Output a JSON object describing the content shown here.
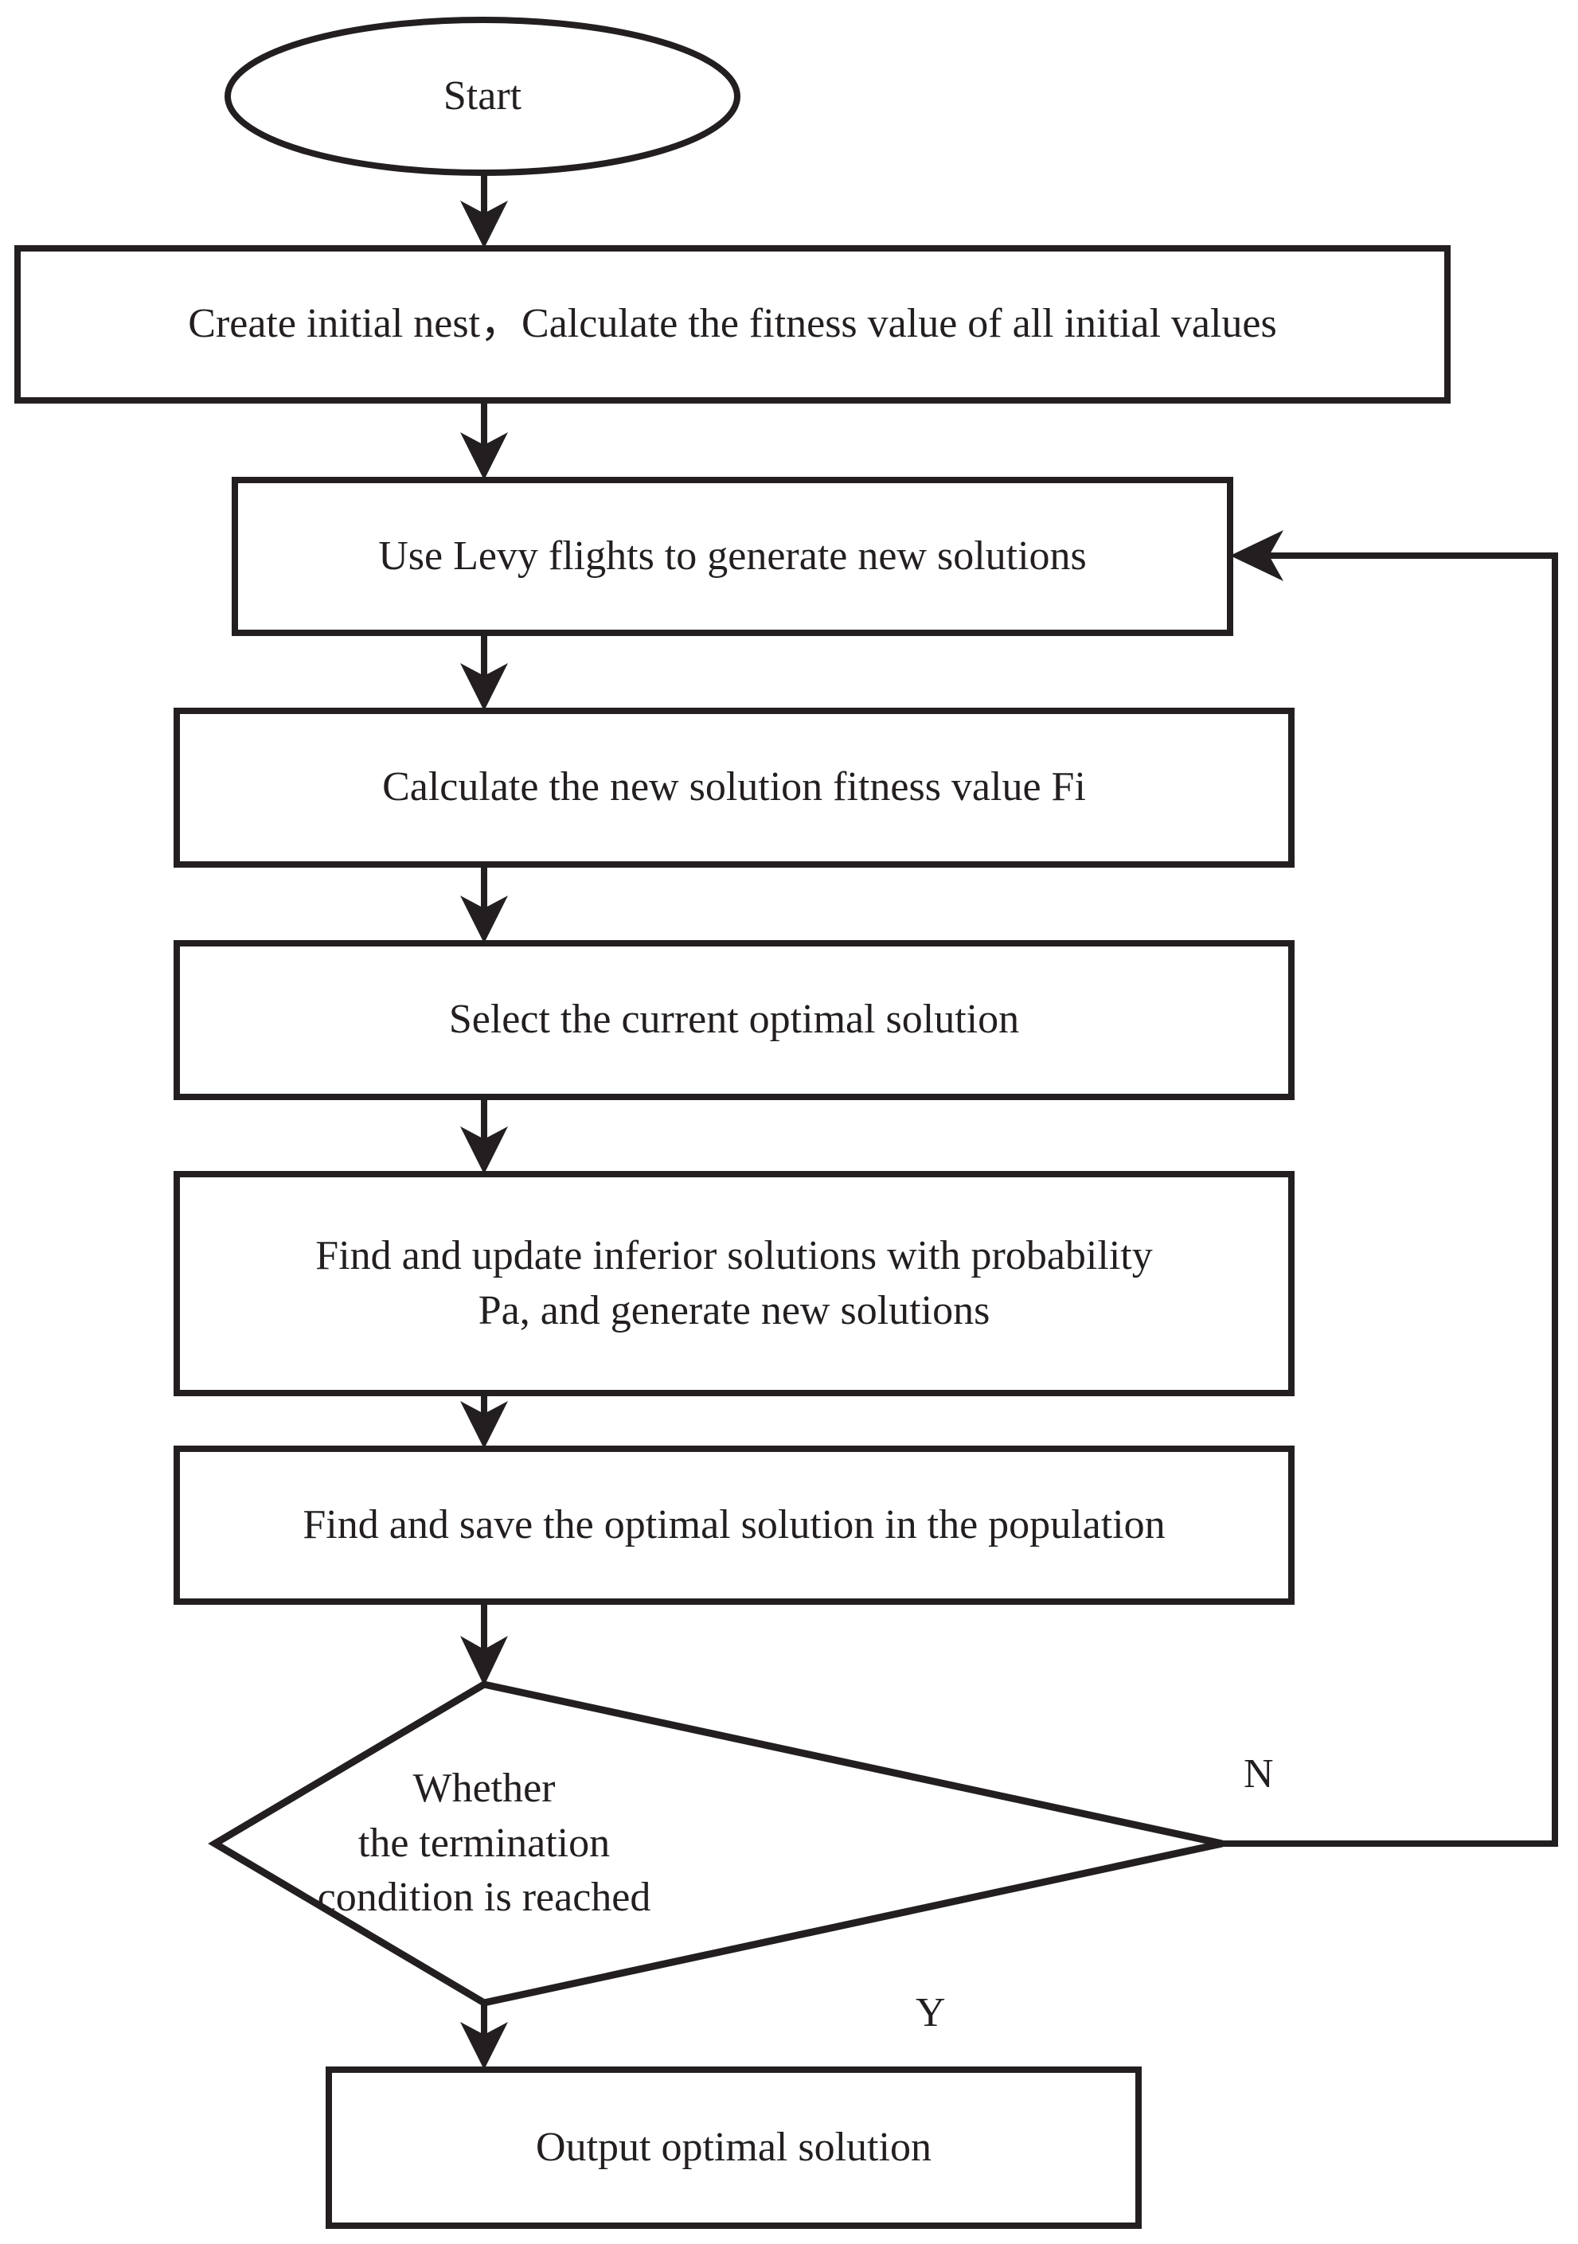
{
  "diagram": {
    "title": "Cuckoo Search Algorithm Flowchart",
    "type": "flowchart",
    "colors": {
      "stroke": "#231f20",
      "fill": "#ffffff",
      "background": "#ffffff"
    },
    "nodes": [
      {
        "id": "start",
        "shape": "ellipse",
        "label": "Start"
      },
      {
        "id": "create-initial-nest",
        "shape": "rectangle",
        "label": "Create initial nest，Calculate the fitness value of all initial values"
      },
      {
        "id": "levy-flights",
        "shape": "rectangle",
        "label": "Use Levy flights to generate new solutions"
      },
      {
        "id": "calculate-fitness",
        "shape": "rectangle",
        "label": "Calculate the new solution fitness value Fi"
      },
      {
        "id": "select-optimal",
        "shape": "rectangle",
        "label": "Select the current optimal solution"
      },
      {
        "id": "update-inferior",
        "shape": "rectangle",
        "label": "Find and update inferior solutions with probability\nPa, and generate new solutions"
      },
      {
        "id": "save-optimal",
        "shape": "rectangle",
        "label": "Find and save the optimal solution in the population"
      },
      {
        "id": "termination-decision",
        "shape": "diamond",
        "label": "Whether\nthe termination\ncondition is reached"
      },
      {
        "id": "output-optimal",
        "shape": "rectangle",
        "label": "Output optimal solution"
      }
    ],
    "edge_labels": {
      "no_branch": "N",
      "yes_branch": "Y"
    },
    "edges": [
      {
        "from": "start",
        "to": "create-initial-nest",
        "label": ""
      },
      {
        "from": "create-initial-nest",
        "to": "levy-flights",
        "label": ""
      },
      {
        "from": "levy-flights",
        "to": "calculate-fitness",
        "label": ""
      },
      {
        "from": "calculate-fitness",
        "to": "select-optimal",
        "label": ""
      },
      {
        "from": "select-optimal",
        "to": "update-inferior",
        "label": ""
      },
      {
        "from": "update-inferior",
        "to": "save-optimal",
        "label": ""
      },
      {
        "from": "save-optimal",
        "to": "termination-decision",
        "label": ""
      },
      {
        "from": "termination-decision",
        "to": "levy-flights",
        "label": "N"
      },
      {
        "from": "termination-decision",
        "to": "output-optimal",
        "label": "Y"
      }
    ]
  }
}
